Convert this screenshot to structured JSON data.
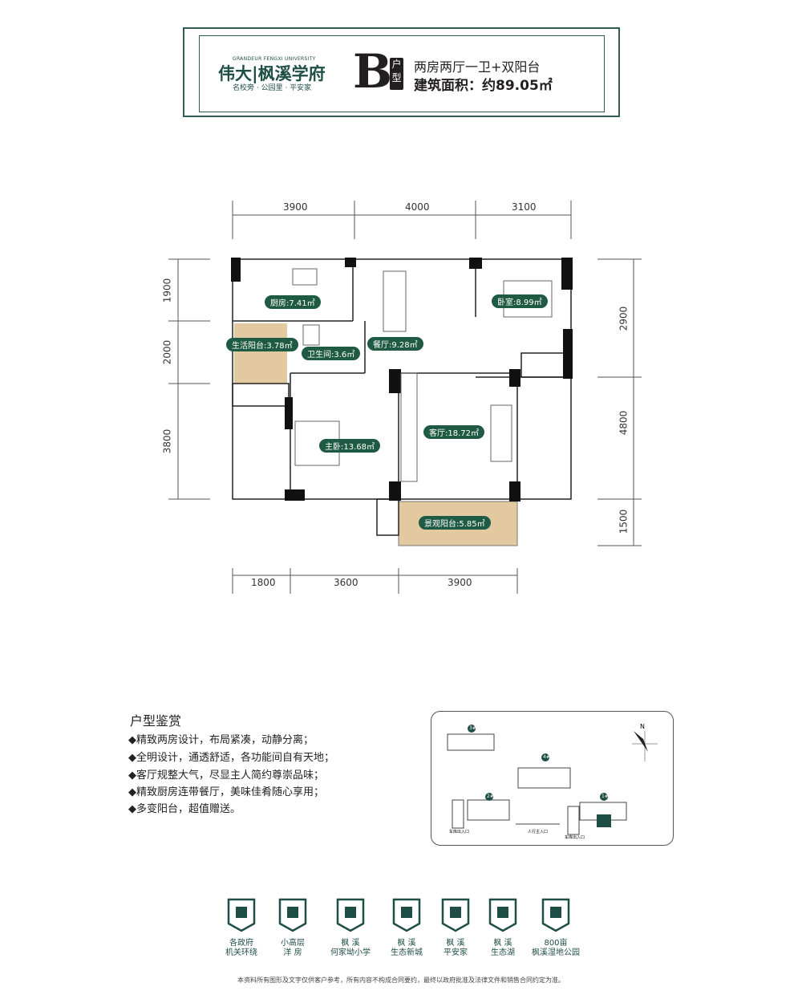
{
  "header": {
    "logo_en": "GRANDEUR FENGXI UNIVERSITY",
    "logo_cn": "伟大|枫溪学府",
    "logo_slogan": "名校旁 · 公园里 · 平安家",
    "unit_letter": "B",
    "unit_tag": "户型",
    "layout": "两房两厅一卫+双阳台",
    "area": "建筑面积：约89.05㎡"
  },
  "dimensions": {
    "top": [
      "3900",
      "4000",
      "3100"
    ],
    "bottom": [
      "1800",
      "3600",
      "3900"
    ],
    "left": [
      "1900",
      "2000",
      "3800"
    ],
    "right": [
      "2900",
      "4800",
      "1500"
    ]
  },
  "rooms": {
    "kitchen": "厨房:7.41㎡",
    "dining": "餐厅:9.28㎡",
    "bedroom": "卧室:8.99㎡",
    "utility_balcony": "生活阳台:3.78㎡",
    "bathroom": "卫生间:3.6㎡",
    "master": "主卧:13.68㎡",
    "living": "客厅:18.72㎡",
    "view_balcony": "景观阳台:5.85㎡"
  },
  "features": {
    "title": "户型鉴赏",
    "items": [
      "◆精致两房设计，布局紧凑，动静分离；",
      "◆全明设计，通透舒适，各功能间自有天地；",
      "◆客厅规整大气，尽显主人简约尊崇品味；",
      "◆精致厨房连带餐厅，美味佳肴随心享用；",
      "◆多变阳台，超值赠送。"
    ]
  },
  "site_plan": {
    "buildings": [
      "3#",
      "4#",
      "2#",
      "1#"
    ],
    "entrances": [
      "车库出入口",
      "人行主入口",
      "车库出入口"
    ],
    "north": "N"
  },
  "amenities": [
    {
      "l1": "各政府",
      "l2": "机关环绕",
      "icon": "officer-icon"
    },
    {
      "l1": "小高层",
      "l2": "洋 房",
      "icon": "house-icon"
    },
    {
      "l1": "枫 溪",
      "l2": "何家坳小学",
      "icon": "book-icon"
    },
    {
      "l1": "枫 溪",
      "l2": "生态新城",
      "icon": "landscape-icon"
    },
    {
      "l1": "枫 溪",
      "l2": "平安家",
      "icon": "graduation-cap-icon"
    },
    {
      "l1": "枫 溪",
      "l2": "生态湖",
      "icon": "lake-tree-icon"
    },
    {
      "l1": "800亩",
      "l2": "枫溪湿地公园",
      "icon": "tree-icon"
    }
  ],
  "footer": "本资料所有图形及文字仅供客户参考，所有内容不构成合同要约，最终以政府批准及法律文件和销售合同约定为准。",
  "colors": {
    "brand": "#1f4e46",
    "label": "#1f5a45",
    "balcony": "#e3c9a0"
  }
}
